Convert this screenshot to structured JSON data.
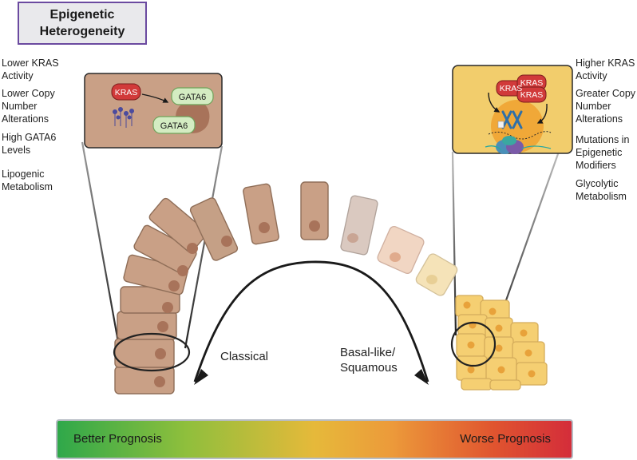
{
  "title": "Epigenetic Heterogeneity",
  "left_features": [
    "Lower KRAS\nActivity",
    "Lower Copy\nNumber\nAlterations",
    "High GATA6\nLevels",
    "Lipogenic\nMetabolism"
  ],
  "right_features": [
    "Higher KRAS\nActivity",
    "Greater Copy\nNumber\nAlterations",
    "Mutations in\nEpigenetic\nModifiers",
    "Glycolytic\nMetabolism"
  ],
  "left_cell": {
    "kras": "KRAS",
    "gata6_a": "GATA6",
    "gata6_b": "GATA6"
  },
  "right_cell": {
    "kras_1": "KRAS",
    "kras_2": "KRAS",
    "kras_3": "KRAS"
  },
  "subtypes": {
    "left": "Classical",
    "right": "Basal-like/\nSquamous"
  },
  "prognosis": {
    "left": "Better Prognosis",
    "right": "Worse Prognosis"
  },
  "colors": {
    "title_border": "#6b4aa0",
    "classical_cell": "#c8a086",
    "basal_cell": "#f2cd6c",
    "kras": "#d13a3a",
    "gata6": "#d4ecc2"
  }
}
